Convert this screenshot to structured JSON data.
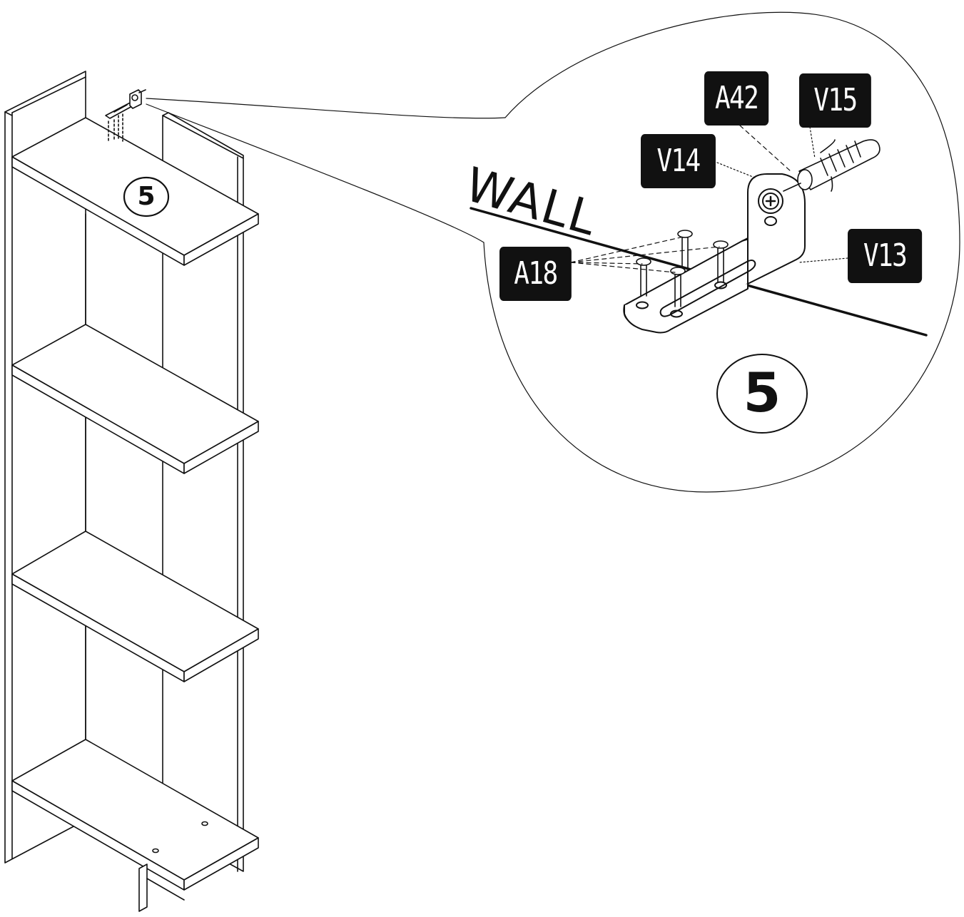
{
  "diagram": {
    "step_number": "5",
    "wall_label": "WALL",
    "parts": {
      "a42": "A42",
      "v15": "V15",
      "v14": "V14",
      "v13": "V13",
      "a18": "A18"
    },
    "colors": {
      "line": "#111111",
      "label_bg": "#111111",
      "label_text": "#ffffff",
      "background": "#ffffff"
    }
  }
}
